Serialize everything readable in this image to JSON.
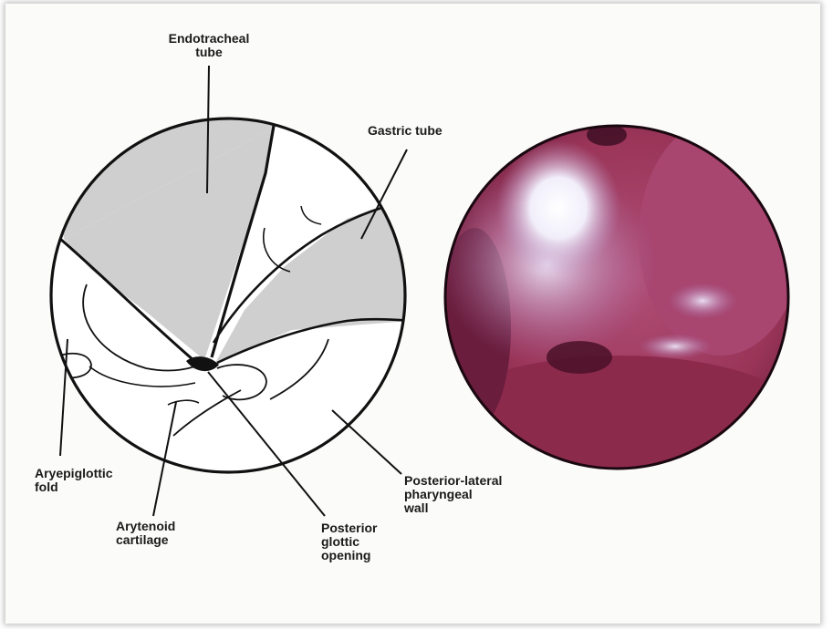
{
  "labels": {
    "endotracheal_tube": "Endotracheal\ntube",
    "gastric_tube": "Gastric tube",
    "aryepiglottic_fold": "Aryepiglottic\nfold",
    "arytenoid_cartilage": "Arytenoid\ncartilage",
    "posterior_glottic_opening": "Posterior\nglottic\nopening",
    "posterior_lateral_wall": "Posterior-lateral\npharyngeal\nwall"
  },
  "colors": {
    "outline": "#111111",
    "tube_fill": "#cfcfcf",
    "photo_tissue": "#a03a5c",
    "photo_highlight": "#f4f0fa"
  }
}
